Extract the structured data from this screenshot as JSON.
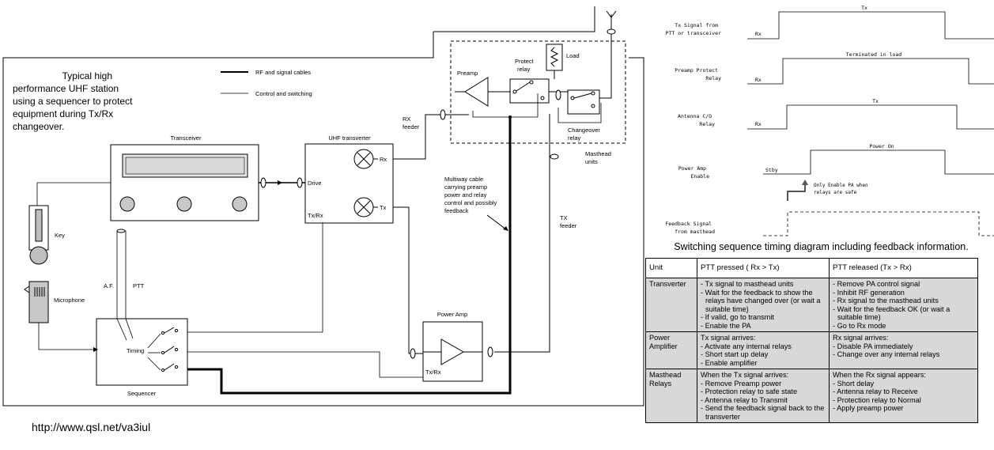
{
  "block_diagram": {
    "title_lines": [
      "Typical high",
      "performance UHF station",
      "using a sequencer to protect",
      "equipment during Tx/Rx",
      "changeover."
    ],
    "legend": {
      "rf": "RF and signal cables",
      "control": "Control and switching"
    },
    "labels": {
      "transceiver": "Transceiver",
      "drive": "Drive",
      "uhf_transverter": "UHF transverter",
      "rx": "Rx",
      "tx": "Tx",
      "txrx": "Tx/Rx",
      "preamp": "Preamp",
      "protect_relay": [
        "Protect",
        "relay"
      ],
      "load": "Load",
      "changeover_relay": [
        "Changeover",
        "relay"
      ],
      "masthead_units": [
        "Masthead",
        "units"
      ],
      "rx_feeder": [
        "RX",
        "feeder"
      ],
      "tx_feeder": [
        "TX",
        "feeder"
      ],
      "multiway_cable": [
        "Multiway cable",
        "carrying preamp",
        "power and relay",
        "control and possibly",
        "feedback"
      ],
      "key": "Key",
      "microphone": "Microphone",
      "af": "A.F.",
      "ptt": "PTT",
      "timing": "Timing",
      "sequencer": "Sequencer",
      "power_amp": "Power Amp",
      "pa_txrx": "Tx/Rx"
    },
    "url": "http://www.qsl.net/va3iul"
  },
  "timing_diagram": {
    "rows": [
      {
        "label": [
          "Tx Signal from",
          "PTT or transceiver"
        ],
        "low": "Rx",
        "high": "Tx"
      },
      {
        "label": [
          "Preamp Protect",
          "Relay"
        ],
        "low": "Rx",
        "high": "Terminated in load"
      },
      {
        "label": [
          "Antenna C/O",
          "Relay"
        ],
        "low": "Rx",
        "high": "Tx"
      },
      {
        "label": [
          "Power Amp",
          "Enable"
        ],
        "low": "Stby",
        "high": "Power On"
      },
      {
        "label": [
          "Feedback Signal",
          "from masthead"
        ],
        "low": "",
        "high": ""
      }
    ],
    "note": [
      "Only Enable PA when",
      "relays are safe"
    ],
    "caption": "Switching sequence timing diagram including feedback information."
  },
  "table": {
    "headers": [
      "Unit",
      "PTT pressed ( Rx > Tx)",
      "PTT released (Tx > Rx)"
    ],
    "rows": [
      {
        "unit": "Transverter",
        "pressed": {
          "head": "",
          "items": [
            "Tx signal to masthead units",
            "Wait for the feedback to show the relays have changed over (or wait a suitable time)",
            "If valid, go to transmit",
            "Enable the PA"
          ]
        },
        "released": {
          "head": "",
          "items": [
            "Remove PA control signal",
            "Inhibit RF generation",
            "Rx signal to the masthead units",
            "Wait for the feedback OK (or wait a suitable time)",
            "Go to Rx mode"
          ]
        }
      },
      {
        "unit": "Power Amplifier",
        "pressed": {
          "head": "Tx signal arrives:",
          "items": [
            "Activate any internal relays",
            "Short start up delay",
            "Enable amplifier"
          ]
        },
        "released": {
          "head": "Rx signal arrives:",
          "items": [
            "Disable PA immediately",
            "Change over any internal relays"
          ]
        }
      },
      {
        "unit": "Masthead Relays",
        "pressed": {
          "head": "When the Tx signal arrives:",
          "items": [
            "Remove Preamp power",
            "Protection relay to safe state",
            "Antenna relay to Transmit",
            "Send the feedback signal back to the transverter"
          ]
        },
        "released": {
          "head": "When the Rx signal appears:",
          "items": [
            "Short delay",
            "Antenna relay to Receive",
            "Protection relay to Normal",
            "Apply preamp power"
          ]
        }
      }
    ]
  }
}
